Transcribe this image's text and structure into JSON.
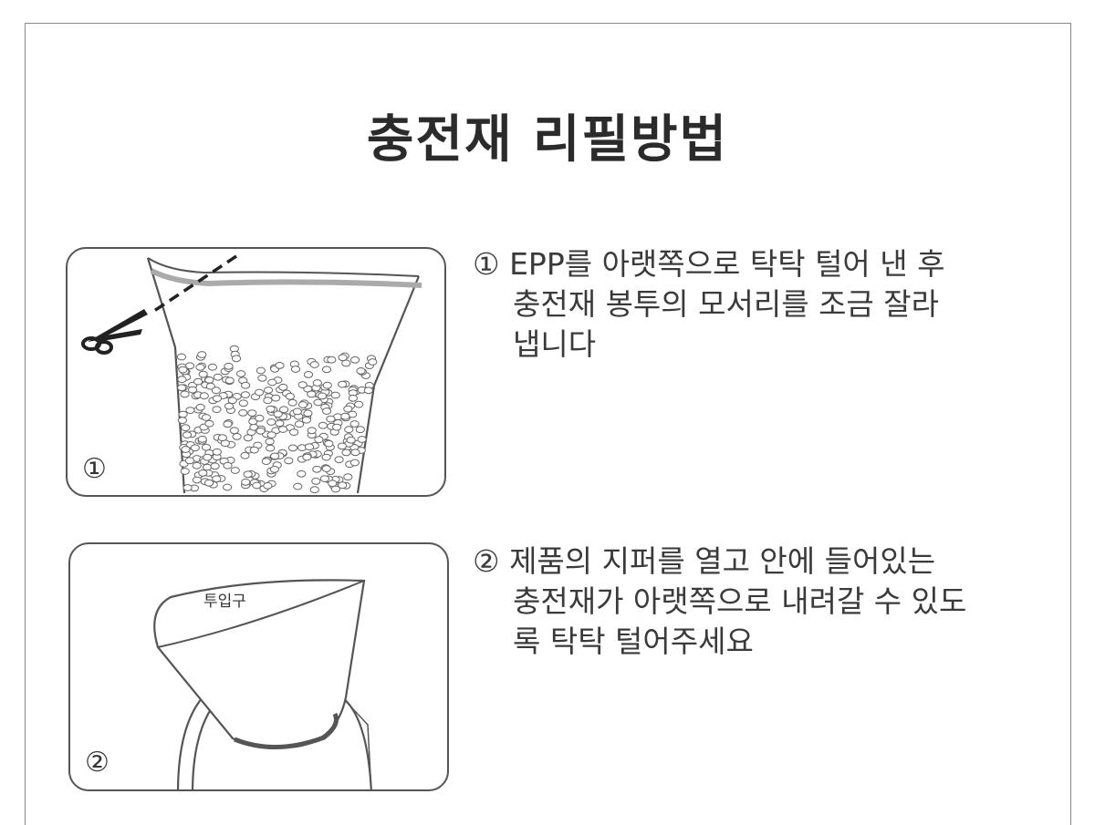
{
  "title": "충전재 리필방법",
  "steps": [
    {
      "badge": "①",
      "lines": [
        "① EPP를 아랫쪽으로 탁탁 털어 낸 후",
        "충전재 봉투의 모서리를 조금 잘라",
        "냅니다"
      ]
    },
    {
      "badge": "②",
      "inlet_label": "투입구",
      "lines": [
        "② 제품의 지퍼를 열고 안에 들어있는",
        "충전재가 아랫쪽으로 내려갈 수 있도",
        "록 탁탁 털어주세요"
      ]
    }
  ],
  "colors": {
    "text": "#333333",
    "outline": "#555555",
    "seal": "#aaaaaa"
  },
  "icons": [
    "scissors-icon",
    "pellet-bag-illustration",
    "funnel-illustration"
  ]
}
